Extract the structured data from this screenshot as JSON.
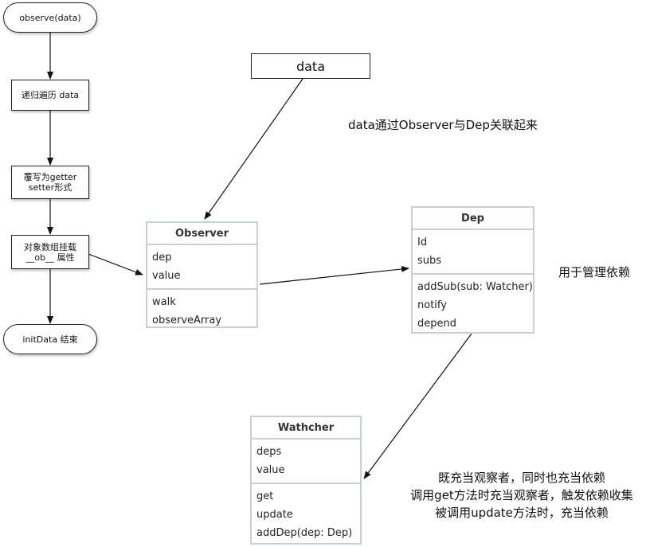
{
  "flowchart": {
    "start": "observe(data)",
    "step1": "递归遍历 data",
    "step2": [
      "覆写为getter",
      "setter形式"
    ],
    "step3": [
      "对象数组挂载",
      "__ob__ 属性"
    ],
    "end": "initData 结束"
  },
  "data_box": {
    "label": "data"
  },
  "notes": {
    "data_link": "data通过Observer与Dep关联起来",
    "dep_purpose": "用于管理依赖",
    "watcher_role": [
      "既充当观察者，同时也充当依赖",
      "调用get方法时充当观察者，触发依赖收集",
      "被调用update方法时，充当依赖"
    ]
  },
  "classes": {
    "observer": {
      "name": "Observer",
      "attributes": [
        "dep",
        "value"
      ],
      "methods": [
        "walk",
        "observeArray"
      ]
    },
    "dep": {
      "name": "Dep",
      "attributes": [
        "Id",
        "subs"
      ],
      "methods": [
        "addSub(sub: Watcher)",
        "notify",
        "depend"
      ]
    },
    "watcher": {
      "name": "Wathcher",
      "attributes": [
        "deps",
        "value"
      ],
      "methods": [
        "get",
        "update",
        "addDep(dep: Dep)"
      ]
    }
  }
}
